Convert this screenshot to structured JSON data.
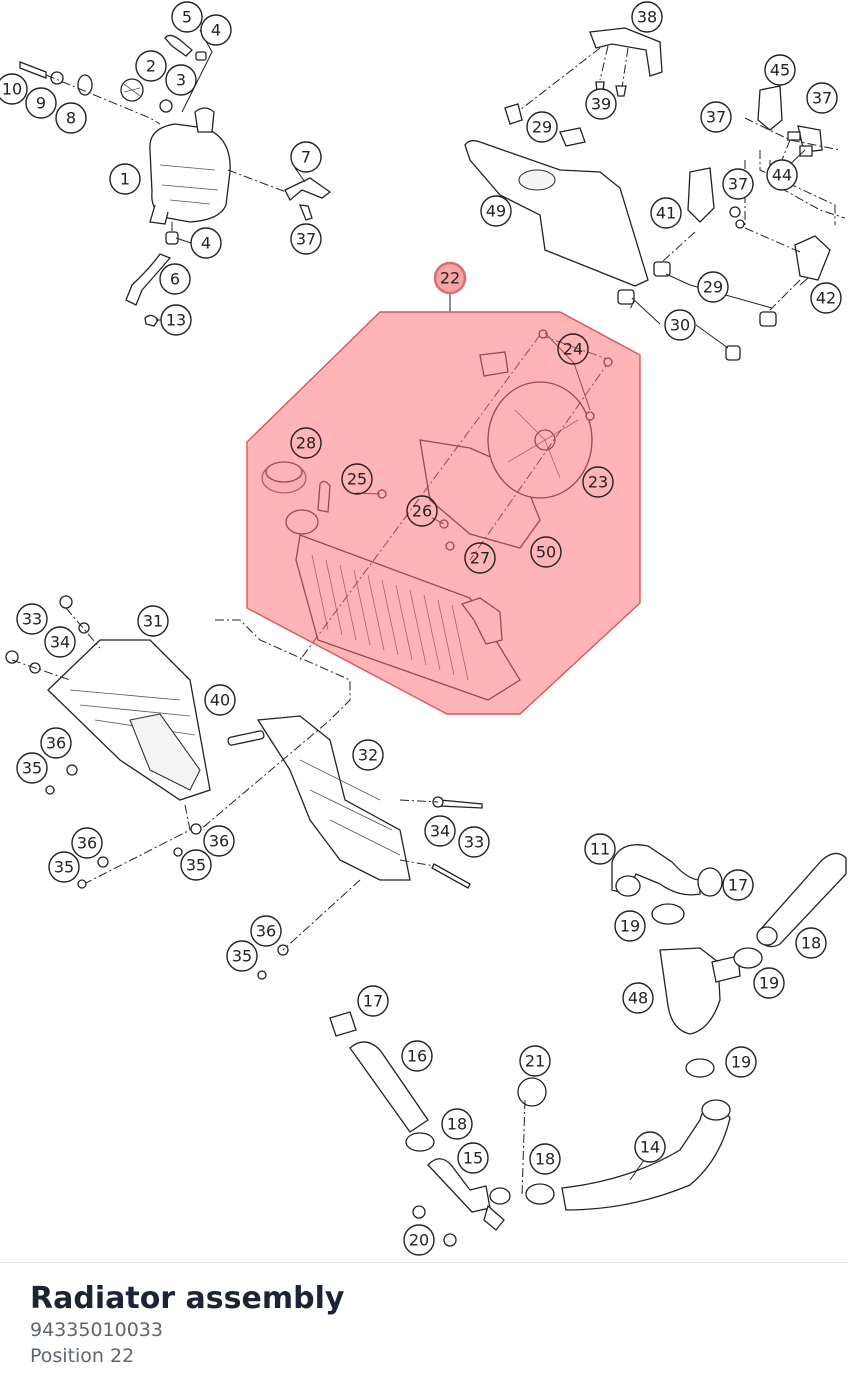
{
  "diagram": {
    "selected_callout": "22",
    "highlight_color": "#ff7074",
    "callouts": {
      "c5": "5",
      "c4a": "4",
      "c2": "2",
      "c3": "3",
      "c10": "10",
      "c9": "9",
      "c8": "8",
      "c1": "1",
      "c7": "7",
      "c37a": "37",
      "c4b": "4",
      "c6": "6",
      "c13": "13",
      "c38": "38",
      "c39": "39",
      "c29a": "29",
      "c49": "49",
      "c45": "45",
      "c37b": "37",
      "c37c": "37",
      "c44": "44",
      "c37d": "37",
      "c41": "41",
      "c29b": "29",
      "c30": "30",
      "c42": "42",
      "c22": "22",
      "c24": "24",
      "c28": "28",
      "c25": "25",
      "c26": "26",
      "c23": "23",
      "c27": "27",
      "c50": "50",
      "c33a": "33",
      "c34a": "34",
      "c31": "31",
      "c40": "40",
      "c32": "32",
      "c36a": "36",
      "c35a": "35",
      "c36b": "36",
      "c35b": "35",
      "c36c": "36",
      "c35c": "35",
      "c34b": "34",
      "c33b": "33",
      "c36d": "36",
      "c35d": "35",
      "c11": "11",
      "c17a": "17",
      "c19a": "19",
      "c18a": "18",
      "c19b": "19",
      "c48": "48",
      "c19c": "19",
      "c17b": "17",
      "c16": "16",
      "c21": "21",
      "c18b": "18",
      "c15": "15",
      "c18c": "18",
      "c14": "14",
      "c20": "20"
    }
  },
  "info": {
    "part_name": "Radiator assembly",
    "part_number": "94335010033",
    "position": "Position 22"
  }
}
